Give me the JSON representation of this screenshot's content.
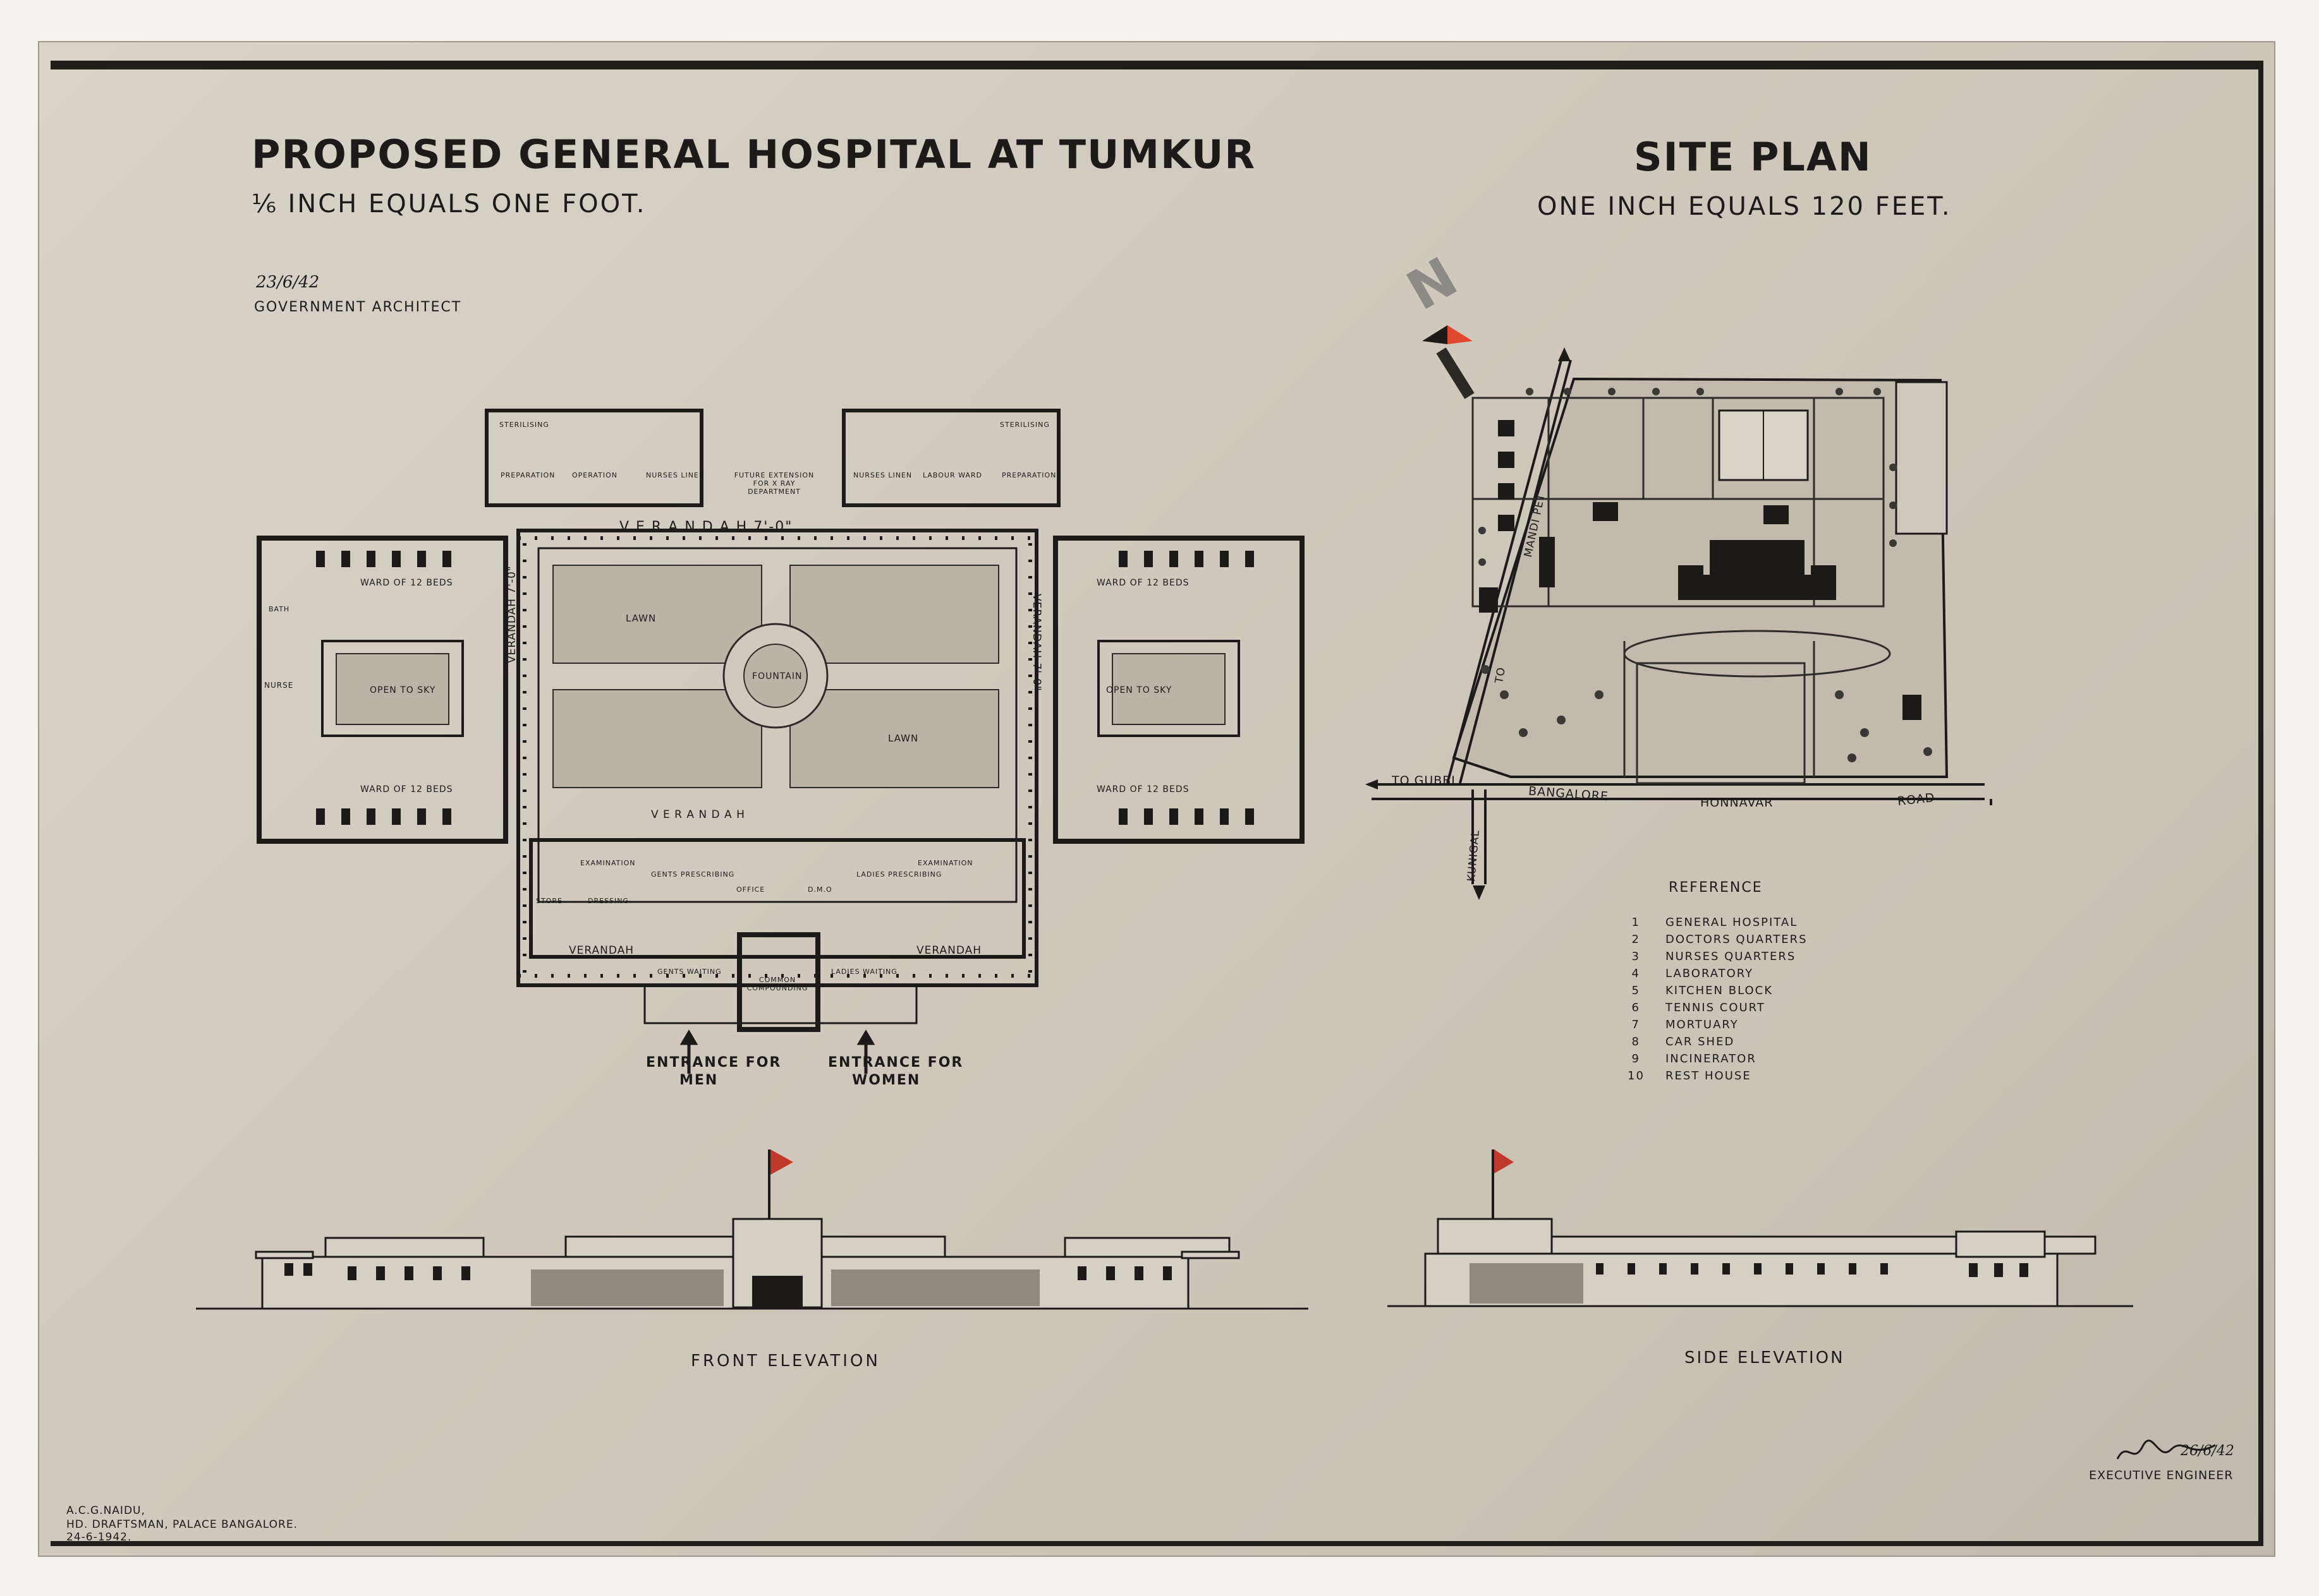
{
  "header": {
    "title": "PROPOSED GENERAL HOSPITAL AT TUMKUR",
    "scale": "⅙ INCH EQUALS ONE FOOT.",
    "signature_date": "23/6/42",
    "signatory": "GOVERNMENT ARCHITECT"
  },
  "site_plan": {
    "title": "SITE PLAN",
    "scale": "ONE INCH EQUALS 120 FEET.",
    "north_label": "N",
    "roads": {
      "to_gubbi": "TO GUBBI",
      "bangalore": "BANGALORE",
      "honnavar": "HONNAVAR",
      "road": "ROAD",
      "kunigal": "KUNIGAL",
      "to": "TO",
      "mandipet": "MANDI PET"
    },
    "reference_title": "REFERENCE",
    "reference": [
      {
        "num": "1",
        "label": "GENERAL HOSPITAL"
      },
      {
        "num": "2",
        "label": "DOCTORS QUARTERS"
      },
      {
        "num": "3",
        "label": "NURSES QUARTERS"
      },
      {
        "num": "4",
        "label": "LABORATORY"
      },
      {
        "num": "5",
        "label": "KITCHEN BLOCK"
      },
      {
        "num": "6",
        "label": "TENNIS COURT"
      },
      {
        "num": "7",
        "label": "MORTUARY"
      },
      {
        "num": "8",
        "label": "CAR SHED"
      },
      {
        "num": "9",
        "label": "INCINERATOR"
      },
      {
        "num": "10",
        "label": "REST HOUSE"
      }
    ]
  },
  "floor_plan": {
    "verandah_top": "V E R A N D A H  7'-0\"",
    "verandah_left": "VERANDAH 7'-0\"",
    "verandah_right": "VERANDAH 7'-0\"",
    "verandah_mid": "V E R A N D A H",
    "verandah_bottom_left": "VERANDAH",
    "verandah_bottom_right": "VERANDAH",
    "rooms": {
      "sterilising_l": "STERILISING",
      "sterilising_r": "STERILISING",
      "preparation_l": "PREPARATION",
      "operation": "OPERATION",
      "nurses_linen_l": "NURSES LINEN",
      "future_extension": "FUTURE EXTENSION FOR X RAY DEPARTMENT",
      "nurses_linen_r": "NURSES LINEN",
      "labour_ward": "LABOUR WARD",
      "preparation_r": "PREPARATION",
      "bath": "BATH",
      "ward_tl": "WARD OF 12 BEDS",
      "ward_bl": "WARD OF 12 BEDS",
      "ward_tr": "WARD OF 12 BEDS",
      "ward_br": "WARD OF 12 BEDS",
      "open_sky_l": "OPEN TO SKY",
      "open_sky_r": "OPEN TO SKY",
      "nurse": "NURSE",
      "lawn_top": "LAWN",
      "lawn_bottom": "LAWN",
      "fountain": "FOUNTAIN",
      "examination_l": "EXAMINATION",
      "examination_r": "EXAMINATION",
      "gents_prescribing": "GENTS PRESCRIBING",
      "office": "OFFICE",
      "dmo": "D.M.O",
      "ladies_prescribing": "LADIES PRESCRIBING",
      "store": "STORE",
      "dressing": "DRESSING",
      "gents_waiting": "GENTS WAITING",
      "ladies_waiting": "LADIES WAITING",
      "common_compounding": "COMMON COMPOUNDING"
    },
    "entrance_men": [
      "ENTRANCE FOR",
      "MEN"
    ],
    "entrance_women": [
      "ENTRANCE FOR",
      "WOMEN"
    ]
  },
  "elevations": {
    "front": "FRONT ELEVATION",
    "side": "SIDE ELEVATION"
  },
  "footer": {
    "draftsman_name": "A.C.G.NAIDU,",
    "draftsman_title": "HD. DRAFTSMAN, PALACE BANGALORE.",
    "draftsman_date": "24-6-1942.",
    "engineer_sig_date": "26/6/42",
    "engineer_title": "EXECUTIVE ENGINEER"
  },
  "colors": {
    "paper": "#cfcabd",
    "ink": "#1c1b19",
    "wash": "#b8b3a6"
  }
}
